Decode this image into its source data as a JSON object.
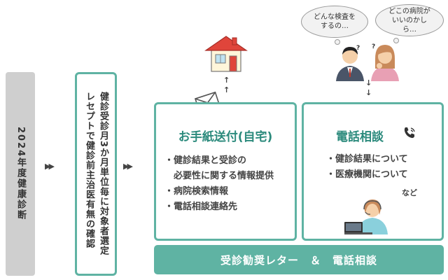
{
  "step1": {
    "label": "2024年度健康診断"
  },
  "step2": {
    "line1": "健診受診月3か月単位毎に対象者選定",
    "line2": "レセプトで健診前主治医有無の確認"
  },
  "arrow_glyph": "▶▶",
  "letter_panel": {
    "title": "お手紙送付(自宅)",
    "bullets": [
      "・健診結果と受診の",
      "　必要性に関する情報提供",
      "・病院検索情報",
      "・電話相談連絡先"
    ]
  },
  "phone_panel": {
    "title": "電話相談",
    "bullets": [
      "・健診結果について",
      "・医療機関について"
    ],
    "etc": "など"
  },
  "bubbles": {
    "left": "どんな検査をするの…",
    "right": "どこの病院がいいのかしら…"
  },
  "question_marks": [
    "?",
    "?"
  ],
  "up_arrow": "↑",
  "down_arrow": "↓",
  "banner": {
    "label": "受診勧奨レター　＆　電話相談"
  },
  "colors": {
    "teal": "#5fb3a3",
    "teal_dark": "#2b8a7c",
    "grey": "#cfcfcf",
    "house_roof": "#e0453b"
  }
}
